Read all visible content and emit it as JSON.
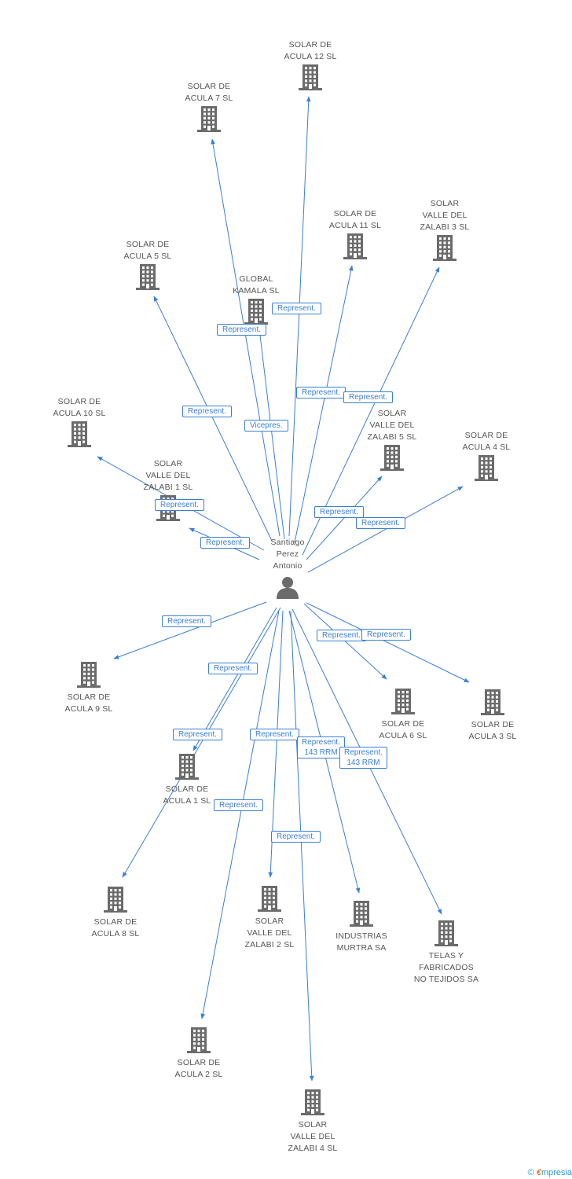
{
  "center": {
    "label_lines": [
      "Santiago",
      "Perez",
      "Antonio"
    ],
    "icon": "person-icon"
  },
  "companies": [
    {
      "id": "c12",
      "label_lines": [
        "SOLAR DE",
        "ACULA 12 SL"
      ]
    },
    {
      "id": "c7",
      "label_lines": [
        "SOLAR DE",
        "ACULA 7 SL"
      ]
    },
    {
      "id": "c11",
      "label_lines": [
        "SOLAR DE",
        "ACULA 11 SL"
      ]
    },
    {
      "id": "vz3",
      "label_lines": [
        "SOLAR",
        "VALLE DEL",
        "ZALABI 3 SL"
      ]
    },
    {
      "id": "c5",
      "label_lines": [
        "SOLAR DE",
        "ACULA 5 SL"
      ]
    },
    {
      "id": "gk",
      "label_lines": [
        "GLOBAL",
        "KAMALA SL"
      ]
    },
    {
      "id": "c10",
      "label_lines": [
        "SOLAR DE",
        "ACULA 10 SL"
      ]
    },
    {
      "id": "vz5",
      "label_lines": [
        "SOLAR",
        "VALLE DEL",
        "ZALABI 5 SL"
      ]
    },
    {
      "id": "c4",
      "label_lines": [
        "SOLAR DE",
        "ACULA 4 SL"
      ]
    },
    {
      "id": "vz1",
      "label_lines": [
        "SOLAR",
        "VALLE DEL",
        "ZALABI 1 SL"
      ]
    },
    {
      "id": "c9",
      "label_lines": [
        "SOLAR DE",
        "ACULA 9 SL"
      ]
    },
    {
      "id": "c6",
      "label_lines": [
        "SOLAR DE",
        "ACULA 6 SL"
      ]
    },
    {
      "id": "c3",
      "label_lines": [
        "SOLAR DE",
        "ACULA 3 SL"
      ]
    },
    {
      "id": "c1",
      "label_lines": [
        "SOLAR DE",
        "ACULA 1 SL"
      ]
    },
    {
      "id": "c8",
      "label_lines": [
        "SOLAR DE",
        "ACULA 8 SL"
      ]
    },
    {
      "id": "vz2",
      "label_lines": [
        "SOLAR",
        "VALLE DEL",
        "ZALABI 2 SL"
      ]
    },
    {
      "id": "im",
      "label_lines": [
        "INDUSTRIAS",
        "MURTRA SA"
      ]
    },
    {
      "id": "tf",
      "label_lines": [
        "TELAS Y",
        "FABRICADOS",
        "NO TEJIDOS SA"
      ]
    },
    {
      "id": "c2",
      "label_lines": [
        "SOLAR DE",
        "ACULA 2 SL"
      ]
    },
    {
      "id": "vz4",
      "label_lines": [
        "SOLAR",
        "VALLE DEL",
        "ZALABI 4 SL"
      ]
    }
  ],
  "edges": [
    {
      "to": "c12",
      "lines": [
        "Represent."
      ]
    },
    {
      "to": "c7",
      "lines": [
        "Represent."
      ]
    },
    {
      "to": "c11",
      "lines": [
        "Represent."
      ]
    },
    {
      "to": "vz3",
      "lines": [
        "Represent."
      ]
    },
    {
      "to": "c5",
      "lines": [
        "Represent."
      ]
    },
    {
      "to": "gk",
      "lines": [
        "Vicepres."
      ]
    },
    {
      "to": "c10",
      "lines": [
        "Represent."
      ]
    },
    {
      "to": "vz5",
      "lines": [
        "Represent."
      ]
    },
    {
      "to": "c4",
      "lines": [
        "Represent."
      ]
    },
    {
      "to": "vz1",
      "lines": [
        "Represent."
      ]
    },
    {
      "to": "c9",
      "lines": [
        "Represent."
      ]
    },
    {
      "to": "c6",
      "lines": [
        "Represent."
      ]
    },
    {
      "to": "c3",
      "lines": [
        "Represent."
      ]
    },
    {
      "to": "c1",
      "lines": [
        "Represent."
      ]
    },
    {
      "to": "c8",
      "lines": [
        "Represent."
      ]
    },
    {
      "to": "vz2",
      "lines": [
        "Represent."
      ]
    },
    {
      "to": "im",
      "lines": [
        "Represent.",
        "143 RRM"
      ]
    },
    {
      "to": "tf",
      "lines": [
        "Represent.",
        "143 RRM"
      ]
    },
    {
      "to": "c2",
      "lines": [
        "Represent."
      ]
    },
    {
      "to": "vz4",
      "lines": [
        "Represent."
      ]
    }
  ],
  "colors": {
    "edge": "#3b7fd4",
    "node_icon": "#6b6b6b",
    "label_text": "#555555"
  },
  "footer": {
    "copyright": "©",
    "brand_initial": "€",
    "brand_rest": "mpresia"
  }
}
